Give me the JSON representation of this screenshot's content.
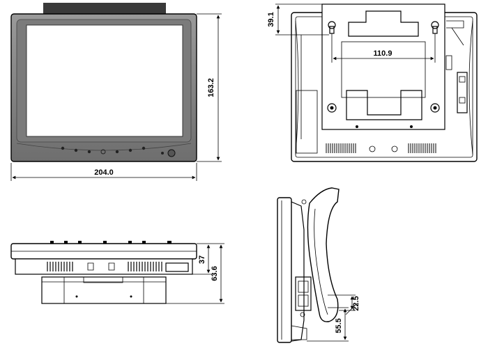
{
  "front_view": {
    "width_dim": "204.0",
    "height_dim": "163.2"
  },
  "back_view": {
    "top_offset_dim": "39.1",
    "hole_spacing_dim": "110.9"
  },
  "bottom_view": {
    "body_height_dim": "37",
    "total_height_dim": "63.6"
  },
  "side_view": {
    "offset_dim": "22.5",
    "base_height_dim": "55.5"
  },
  "colors": {
    "bezel": "#8a8a8a",
    "bezel_dark": "#5a5a5a",
    "screen": "#ffffff",
    "top_bar": "#3a3a3a"
  }
}
